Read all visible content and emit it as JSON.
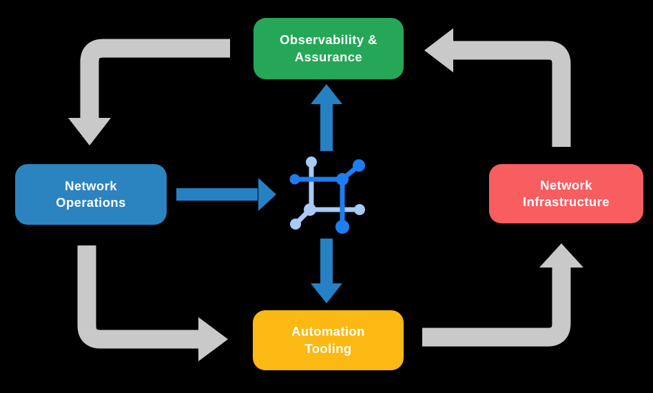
{
  "colors": {
    "canvas-bg": "#000000",
    "green": "#25A757",
    "blue": "#2B83BF",
    "red": "#F85D60",
    "yellow": "#FCB813",
    "gray": "#C9C9C9",
    "arrow-blue": "#2581C4",
    "icon-dark": "#1E7DF2",
    "icon-light": "#A9CAF6"
  },
  "nodes": [
    {
      "name": "observability-assurance",
      "line1": "Observability &",
      "line2": "Assurance"
    },
    {
      "name": "network-operations",
      "line1": "Network",
      "line2": "Operations"
    },
    {
      "name": "network-infrastructure",
      "line1": "Network",
      "line2": "Infrastructure"
    },
    {
      "name": "automation-tooling",
      "line1": "Automation",
      "line2": "Tooling"
    }
  ],
  "center_icon": "network-mesh-icon",
  "arrows": [
    {
      "from": "observability-assurance",
      "to": "network-operations",
      "style": "gray-elbow"
    },
    {
      "from": "network-operations",
      "to": "automation-tooling",
      "style": "gray-elbow"
    },
    {
      "from": "automation-tooling",
      "to": "network-infrastructure",
      "style": "gray-elbow"
    },
    {
      "from": "network-infrastructure",
      "to": "observability-assurance",
      "style": "gray-elbow"
    },
    {
      "from": "network-operations",
      "to": "center-icon",
      "style": "blue-straight"
    },
    {
      "from": "center-icon",
      "to": "observability-assurance",
      "style": "blue-straight"
    },
    {
      "from": "center-icon",
      "to": "automation-tooling",
      "style": "blue-straight"
    }
  ]
}
